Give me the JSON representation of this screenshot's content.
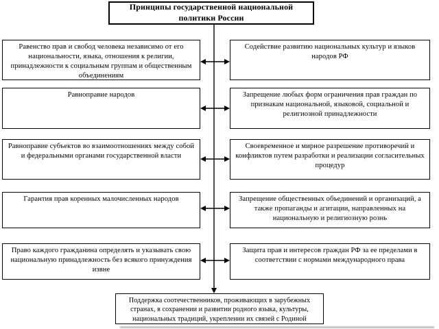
{
  "title": "Принципы государственной национальной политики России",
  "rows": [
    {
      "left": "Равенство прав и свобод человека независимо от его национальности, языка, отношения к религии, принадлежности к социальным группам и общественным объединениям",
      "right": "Содействие развитию национальных культур и языков народов РФ"
    },
    {
      "left": "Равноправие народов",
      "right": "Запрещение любых форм ограничения прав граждан по признакам национальной, языковой, социальной и религиозной принадлежности"
    },
    {
      "left": "Равноправие субъектов во взаимоотношениях между собой и федеральными органами государственной власти",
      "right": "Своевременное и мирное разрешение противоречий и конфликтов путем разработки и реализации согласительных процедур"
    },
    {
      "left": "Гарантия прав коренных малочисленных народов",
      "right": "Запрещение общественных объединений и организаций, а также пропаганды и агитации, направленных на национальную и религиозную рознь"
    },
    {
      "left": "Право каждого гражданина определять и указывать свою национальную принадлежность без всякого принуждения извне",
      "right": "Защита прав и интересов граждан РФ за ее пределами в соответствии с нормами международного права"
    }
  ],
  "footer": "Поддержка соотечественников, проживающих в зарубежных странах, в сохранении и развитии родного языка, культуры, национальных традиций, укреплении их связей с Родиной",
  "colors": {
    "line": "#000000",
    "box_border": "#000000",
    "background": "#ffffff",
    "gray_band": "#c2c2c2"
  }
}
